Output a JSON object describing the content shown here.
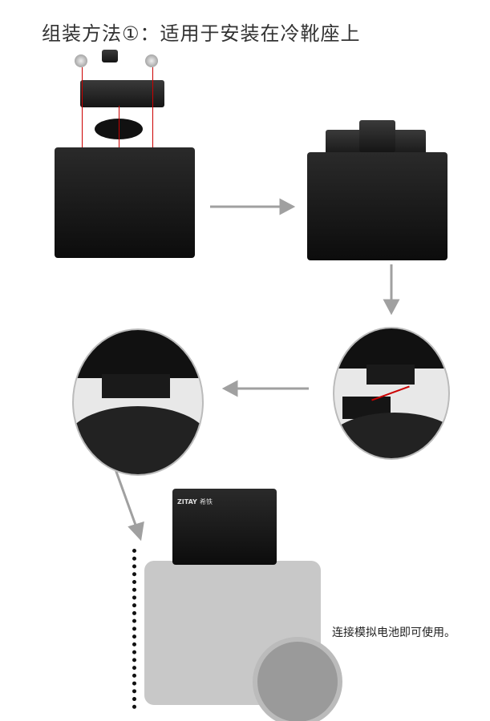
{
  "title": "组装方法①：适用于安装在冷靴座上",
  "caption": "连接模拟电池即可使用。",
  "device": {
    "brand": "ZITAY",
    "brand_cn": "希铁"
  },
  "colors": {
    "arrow": "#a0a0a0",
    "device": "#111111",
    "guide": "#cc0000"
  }
}
